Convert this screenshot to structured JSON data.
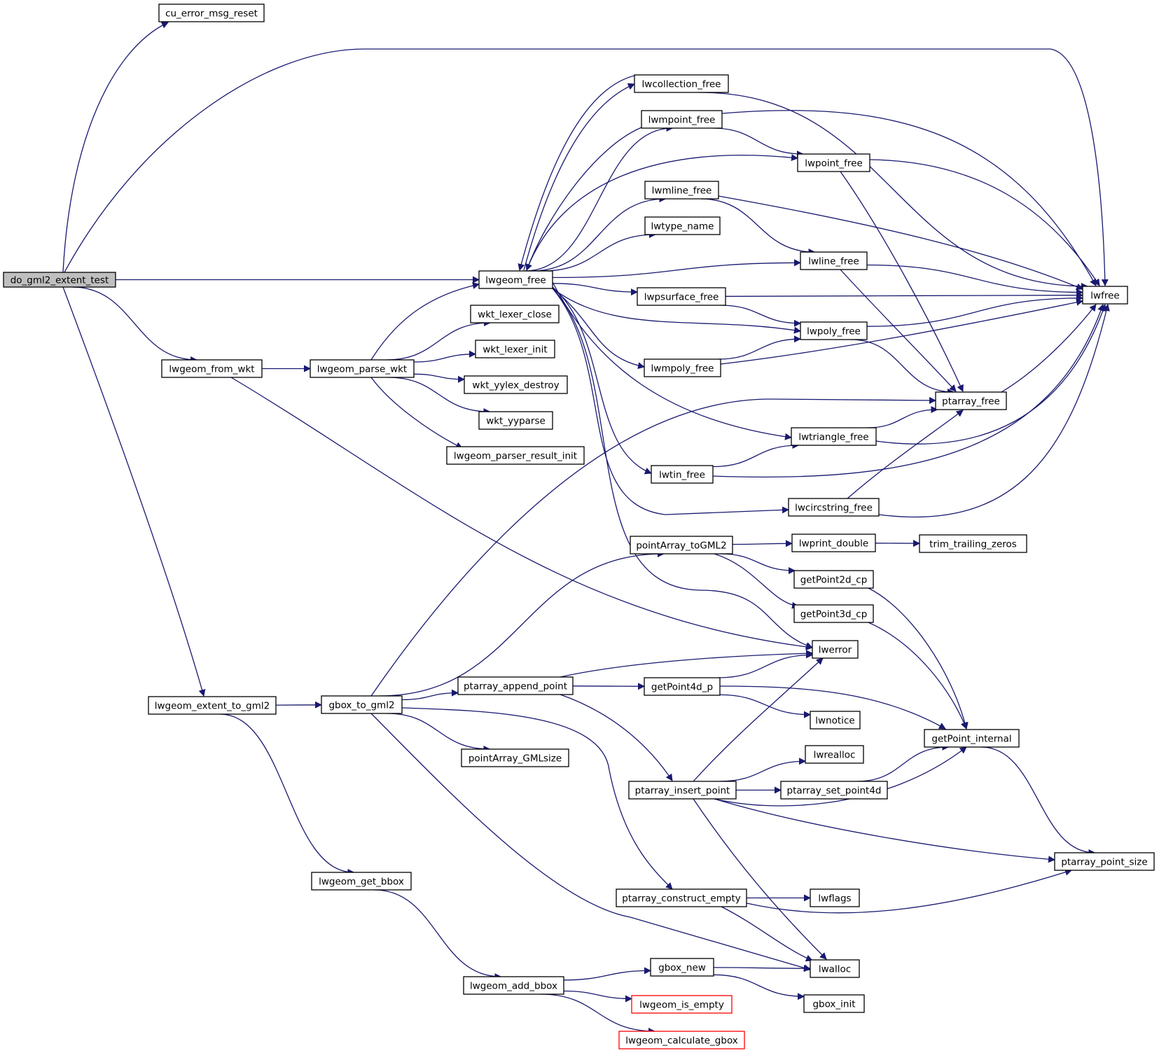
{
  "graph": {
    "colors": {
      "edge": "#191970",
      "root_fill": "#bfbfbf",
      "box_border": "#000000",
      "red_border": "#ff0000"
    },
    "nodes": [
      {
        "id": "do_gml2_extent_test",
        "label": "do_gml2_extent_test",
        "style": "root"
      },
      {
        "id": "cu_error_msg_reset",
        "label": "cu_error_msg_reset"
      },
      {
        "id": "lwgeom_free",
        "label": "lwgeom_free"
      },
      {
        "id": "lwgeom_from_wkt",
        "label": "lwgeom_from_wkt"
      },
      {
        "id": "lwgeom_extent_to_gml2",
        "label": "lwgeom_extent_to_gml2"
      },
      {
        "id": "lwfree",
        "label": "lwfree"
      },
      {
        "id": "lwcollection_free",
        "label": "lwcollection_free"
      },
      {
        "id": "lwmpoint_free",
        "label": "lwmpoint_free"
      },
      {
        "id": "lwpoint_free",
        "label": "lwpoint_free"
      },
      {
        "id": "lwmline_free",
        "label": "lwmline_free"
      },
      {
        "id": "lwtype_name",
        "label": "lwtype_name"
      },
      {
        "id": "lwline_free",
        "label": "lwline_free"
      },
      {
        "id": "lwpsurface_free",
        "label": "lwpsurface_free"
      },
      {
        "id": "lwpoly_free",
        "label": "lwpoly_free"
      },
      {
        "id": "lwmpoly_free",
        "label": "lwmpoly_free"
      },
      {
        "id": "ptarray_free",
        "label": "ptarray_free"
      },
      {
        "id": "lwtriangle_free",
        "label": "lwtriangle_free"
      },
      {
        "id": "lwtin_free",
        "label": "lwtin_free"
      },
      {
        "id": "lwcircstring_free",
        "label": "lwcircstring_free"
      },
      {
        "id": "lwerror",
        "label": "lwerror"
      },
      {
        "id": "lwgeom_parse_wkt",
        "label": "lwgeom_parse_wkt"
      },
      {
        "id": "wkt_lexer_close",
        "label": "wkt_lexer_close"
      },
      {
        "id": "wkt_lexer_init",
        "label": "wkt_lexer_init"
      },
      {
        "id": "wkt_yylex_destroy",
        "label": "wkt_yylex_destroy"
      },
      {
        "id": "wkt_yyparse",
        "label": "wkt_yyparse"
      },
      {
        "id": "lwgeom_parser_result_init",
        "label": "lwgeom_parser_result_init"
      },
      {
        "id": "pointArray_toGML2",
        "label": "pointArray_toGML2"
      },
      {
        "id": "lwprint_double",
        "label": "lwprint_double"
      },
      {
        "id": "trim_trailing_zeros",
        "label": "trim_trailing_zeros"
      },
      {
        "id": "getPoint2d_cp",
        "label": "getPoint2d_cp"
      },
      {
        "id": "getPoint3d_cp",
        "label": "getPoint3d_cp"
      },
      {
        "id": "gbox_to_gml2",
        "label": "gbox_to_gml2"
      },
      {
        "id": "ptarray_append_point",
        "label": "ptarray_append_point"
      },
      {
        "id": "getPoint4d_p",
        "label": "getPoint4d_p"
      },
      {
        "id": "lwnotice",
        "label": "lwnotice"
      },
      {
        "id": "getPoint_internal",
        "label": "getPoint_internal"
      },
      {
        "id": "pointArray_GMLsize",
        "label": "pointArray_GMLsize"
      },
      {
        "id": "lwrealloc",
        "label": "lwrealloc"
      },
      {
        "id": "ptarray_insert_point",
        "label": "ptarray_insert_point"
      },
      {
        "id": "ptarray_set_point4d",
        "label": "ptarray_set_point4d"
      },
      {
        "id": "ptarray_point_size",
        "label": "ptarray_point_size"
      },
      {
        "id": "lwgeom_get_bbox",
        "label": "lwgeom_get_bbox"
      },
      {
        "id": "ptarray_construct_empty",
        "label": "ptarray_construct_empty"
      },
      {
        "id": "lwflags",
        "label": "lwflags"
      },
      {
        "id": "lwalloc",
        "label": "lwalloc"
      },
      {
        "id": "gbox_new",
        "label": "gbox_new"
      },
      {
        "id": "lwgeom_add_bbox",
        "label": "lwgeom_add_bbox"
      },
      {
        "id": "gbox_init",
        "label": "gbox_init"
      },
      {
        "id": "lwgeom_is_empty",
        "label": "lwgeom_is_empty",
        "style": "red"
      },
      {
        "id": "lwgeom_calculate_gbox",
        "label": "lwgeom_calculate_gbox",
        "style": "red"
      }
    ],
    "edges": [
      [
        "do_gml2_extent_test",
        "cu_error_msg_reset"
      ],
      [
        "do_gml2_extent_test",
        "lwfree"
      ],
      [
        "do_gml2_extent_test",
        "lwgeom_free"
      ],
      [
        "do_gml2_extent_test",
        "lwgeom_from_wkt"
      ],
      [
        "do_gml2_extent_test",
        "lwgeom_extent_to_gml2"
      ],
      [
        "lwgeom_free",
        "lwcollection_free"
      ],
      [
        "lwgeom_free",
        "lwmpoint_free"
      ],
      [
        "lwgeom_free",
        "lwpoint_free"
      ],
      [
        "lwgeom_free",
        "lwmline_free"
      ],
      [
        "lwgeom_free",
        "lwtype_name"
      ],
      [
        "lwgeom_free",
        "lwline_free"
      ],
      [
        "lwgeom_free",
        "lwpsurface_free"
      ],
      [
        "lwgeom_free",
        "lwpoly_free"
      ],
      [
        "lwgeom_free",
        "lwmpoly_free"
      ],
      [
        "lwgeom_free",
        "lwtriangle_free"
      ],
      [
        "lwgeom_free",
        "lwtin_free"
      ],
      [
        "lwgeom_free",
        "lwcircstring_free"
      ],
      [
        "lwgeom_free",
        "lwerror"
      ],
      [
        "lwcollection_free",
        "lwgeom_free"
      ],
      [
        "lwcollection_free",
        "lwfree"
      ],
      [
        "lwmpoint_free",
        "lwgeom_free"
      ],
      [
        "lwmpoint_free",
        "lwpoint_free"
      ],
      [
        "lwmpoint_free",
        "lwfree"
      ],
      [
        "lwpoint_free",
        "lwfree"
      ],
      [
        "lwpoint_free",
        "ptarray_free"
      ],
      [
        "lwmline_free",
        "lwline_free"
      ],
      [
        "lwmline_free",
        "lwfree"
      ],
      [
        "lwline_free",
        "lwfree"
      ],
      [
        "lwline_free",
        "ptarray_free"
      ],
      [
        "lwpsurface_free",
        "lwpoly_free"
      ],
      [
        "lwpsurface_free",
        "lwfree"
      ],
      [
        "lwpoly_free",
        "lwfree"
      ],
      [
        "lwpoly_free",
        "ptarray_free"
      ],
      [
        "lwmpoly_free",
        "lwpoly_free"
      ],
      [
        "lwmpoly_free",
        "lwfree"
      ],
      [
        "ptarray_free",
        "lwfree"
      ],
      [
        "lwtriangle_free",
        "ptarray_free"
      ],
      [
        "lwtriangle_free",
        "lwfree"
      ],
      [
        "lwtin_free",
        "lwtriangle_free"
      ],
      [
        "lwtin_free",
        "lwfree"
      ],
      [
        "lwcircstring_free",
        "ptarray_free"
      ],
      [
        "lwcircstring_free",
        "lwfree"
      ],
      [
        "lwgeom_from_wkt",
        "lwgeom_parse_wkt"
      ],
      [
        "lwgeom_from_wkt",
        "lwerror"
      ],
      [
        "lwgeom_parse_wkt",
        "lwgeom_free"
      ],
      [
        "lwgeom_parse_wkt",
        "wkt_lexer_close"
      ],
      [
        "lwgeom_parse_wkt",
        "wkt_lexer_init"
      ],
      [
        "lwgeom_parse_wkt",
        "wkt_yylex_destroy"
      ],
      [
        "lwgeom_parse_wkt",
        "wkt_yyparse"
      ],
      [
        "lwgeom_parse_wkt",
        "lwgeom_parser_result_init"
      ],
      [
        "lwgeom_extent_to_gml2",
        "gbox_to_gml2"
      ],
      [
        "lwgeom_extent_to_gml2",
        "lwgeom_get_bbox"
      ],
      [
        "gbox_to_gml2",
        "ptarray_free"
      ],
      [
        "gbox_to_gml2",
        "pointArray_toGML2"
      ],
      [
        "gbox_to_gml2",
        "ptarray_append_point"
      ],
      [
        "gbox_to_gml2",
        "pointArray_GMLsize"
      ],
      [
        "gbox_to_gml2",
        "ptarray_construct_empty"
      ],
      [
        "gbox_to_gml2",
        "lwalloc"
      ],
      [
        "pointArray_toGML2",
        "lwprint_double"
      ],
      [
        "pointArray_toGML2",
        "getPoint2d_cp"
      ],
      [
        "pointArray_toGML2",
        "getPoint3d_cp"
      ],
      [
        "lwprint_double",
        "trim_trailing_zeros"
      ],
      [
        "getPoint2d_cp",
        "getPoint_internal"
      ],
      [
        "getPoint3d_cp",
        "getPoint_internal"
      ],
      [
        "ptarray_append_point",
        "lwerror"
      ],
      [
        "ptarray_append_point",
        "getPoint4d_p"
      ],
      [
        "ptarray_append_point",
        "ptarray_insert_point"
      ],
      [
        "getPoint4d_p",
        "lwerror"
      ],
      [
        "getPoint4d_p",
        "lwnotice"
      ],
      [
        "getPoint4d_p",
        "getPoint_internal"
      ],
      [
        "getPoint_internal",
        "ptarray_point_size"
      ],
      [
        "ptarray_insert_point",
        "lwerror"
      ],
      [
        "ptarray_insert_point",
        "lwrealloc"
      ],
      [
        "ptarray_insert_point",
        "ptarray_set_point4d"
      ],
      [
        "ptarray_insert_point",
        "getPoint_internal"
      ],
      [
        "ptarray_insert_point",
        "ptarray_point_size"
      ],
      [
        "ptarray_insert_point",
        "lwalloc"
      ],
      [
        "ptarray_set_point4d",
        "getPoint_internal"
      ],
      [
        "ptarray_construct_empty",
        "lwflags"
      ],
      [
        "ptarray_construct_empty",
        "ptarray_point_size"
      ],
      [
        "ptarray_construct_empty",
        "lwalloc"
      ],
      [
        "lwgeom_get_bbox",
        "lwgeom_add_bbox"
      ],
      [
        "lwgeom_add_bbox",
        "gbox_new"
      ],
      [
        "lwgeom_add_bbox",
        "lwgeom_is_empty"
      ],
      [
        "lwgeom_add_bbox",
        "lwgeom_calculate_gbox"
      ],
      [
        "gbox_new",
        "lwalloc"
      ],
      [
        "gbox_new",
        "gbox_init"
      ]
    ]
  }
}
